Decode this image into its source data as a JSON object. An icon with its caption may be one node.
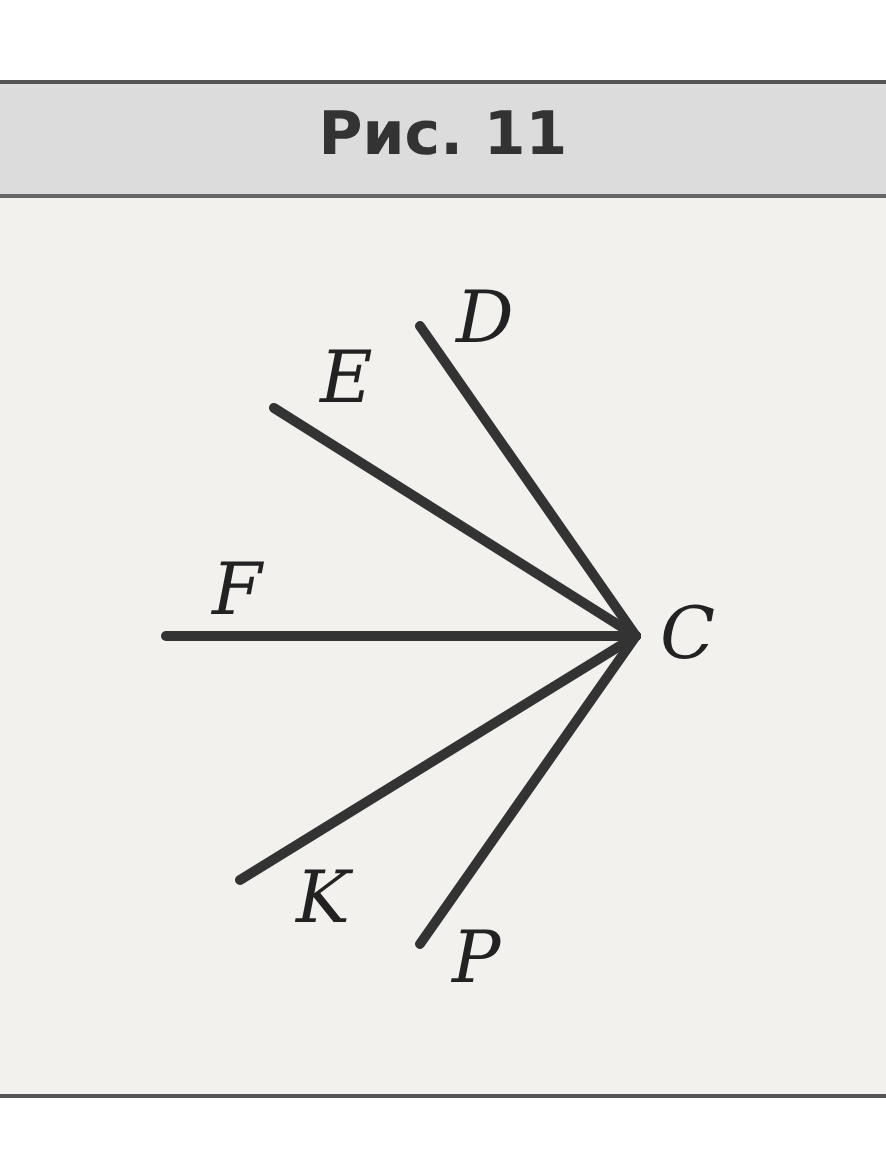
{
  "diagram": {
    "title": "Рис. 11",
    "nodes": [
      {
        "text": [
          "D"
        ]
      },
      {
        "text": [
          "E"
        ]
      },
      {
        "text": [
          "F"
        ]
      },
      {
        "text": [
          "C"
        ]
      },
      {
        "text": [
          "K"
        ]
      },
      {
        "text": [
          "P"
        ]
      }
    ],
    "edges": [
      {
        "from": 3,
        "to": 0,
        "arrow": "none"
      },
      {
        "from": 3,
        "to": 1,
        "arrow": "none"
      },
      {
        "from": 3,
        "to": 2,
        "arrow": "none"
      },
      {
        "from": 3,
        "to": 4,
        "arrow": "none"
      },
      {
        "from": 3,
        "to": 5,
        "arrow": "none"
      }
    ]
  }
}
